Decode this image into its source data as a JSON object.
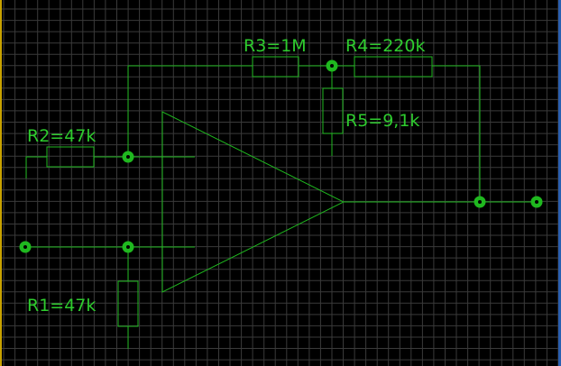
{
  "colors": {
    "background": "#000000",
    "grid": "#3a3a3a",
    "wire": "#1fb81f",
    "label": "#2ecc2e",
    "left_edge_marker": "#c8a200",
    "right_edge_marker": "#2a5fb0"
  },
  "components": {
    "r1": {
      "label": "R1=47k"
    },
    "r2": {
      "label": "R2=47k"
    },
    "r3": {
      "label": "R3=1M"
    },
    "r4": {
      "label": "R4=220k"
    },
    "r5": {
      "label": "R5=9,1k"
    },
    "opamp": {
      "symbol": "op-amp-triangle"
    }
  }
}
